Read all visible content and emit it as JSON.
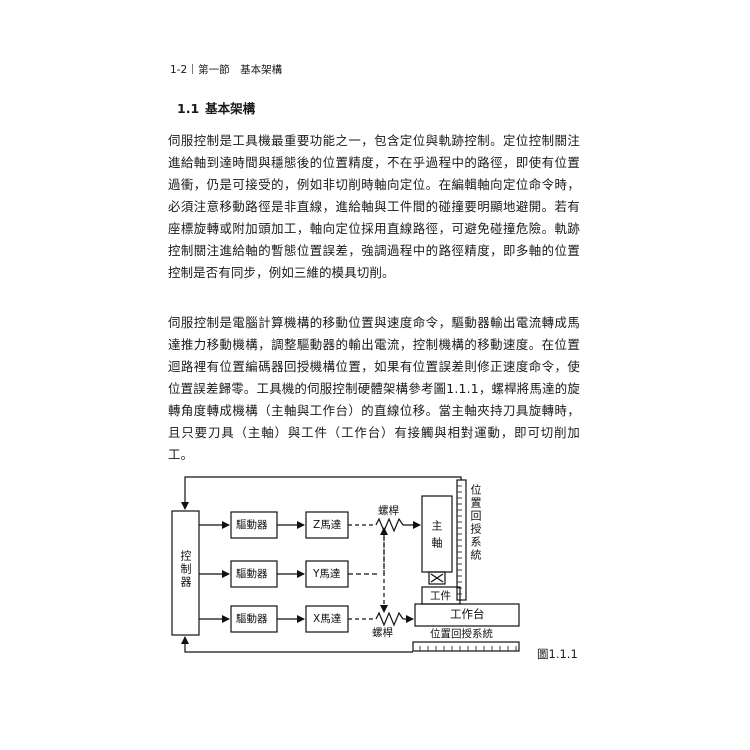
{
  "header": {
    "page_number": "1-2",
    "section": "第一節　基本架構"
  },
  "heading": {
    "number": "1.1",
    "title": "基本架構"
  },
  "paragraphs": [
    "伺服控制是工具機最重要功能之一，包含定位與軌跡控制。定位控制關注進給軸到達時間與穩態後的位置精度，不在乎過程中的路徑，即使有位置過衝，仍是可接受的，例如非切削時軸向定位。在編輯軸向定位命令時，必須注意移動路徑是非直線，進給軸與工件間的碰撞要明顯地避開。若有座標旋轉或附加頭加工，軸向定位採用直線路徑，可避免碰撞危險。軌跡控制關注進給軸的暫態位置誤差，強調過程中的路徑精度，即多軸的位置控制是否有同步，例如三維的模具切削。",
    "伺服控制是電腦計算機構的移動位置與速度命令，驅動器輸出電流轉成馬達推力移動機構，調整驅動器的輸出電流，控制機構的移動速度。在位置迴路裡有位置編碼器回授機構位置，如果有位置誤差則修正速度命令，使位置誤差歸零。工具機的伺服控制硬體架構參考圖1.1.1，螺桿將馬達的旋轉角度轉成機構（主軸與工作台）的直線位移。當主軸夾持刀具旋轉時，且只要刀具（主軸）與工件（工作台）有接觸與相對運動，即可切削加工。"
  ],
  "figure": {
    "controller": "控制器",
    "drivers": [
      "驅動器",
      "驅動器",
      "驅動器"
    ],
    "motors": [
      "Z馬達",
      "Y馬達",
      "X馬達"
    ],
    "ballscrew_top": "螺桿",
    "ballscrew_bottom": "螺桿",
    "spindle": "主軸",
    "workpiece": "工件",
    "worktable": "工作台",
    "feedback_vertical": "位置回授系統",
    "feedback_horizontal": "位置回授系統",
    "caption": "圖1.1.1"
  }
}
